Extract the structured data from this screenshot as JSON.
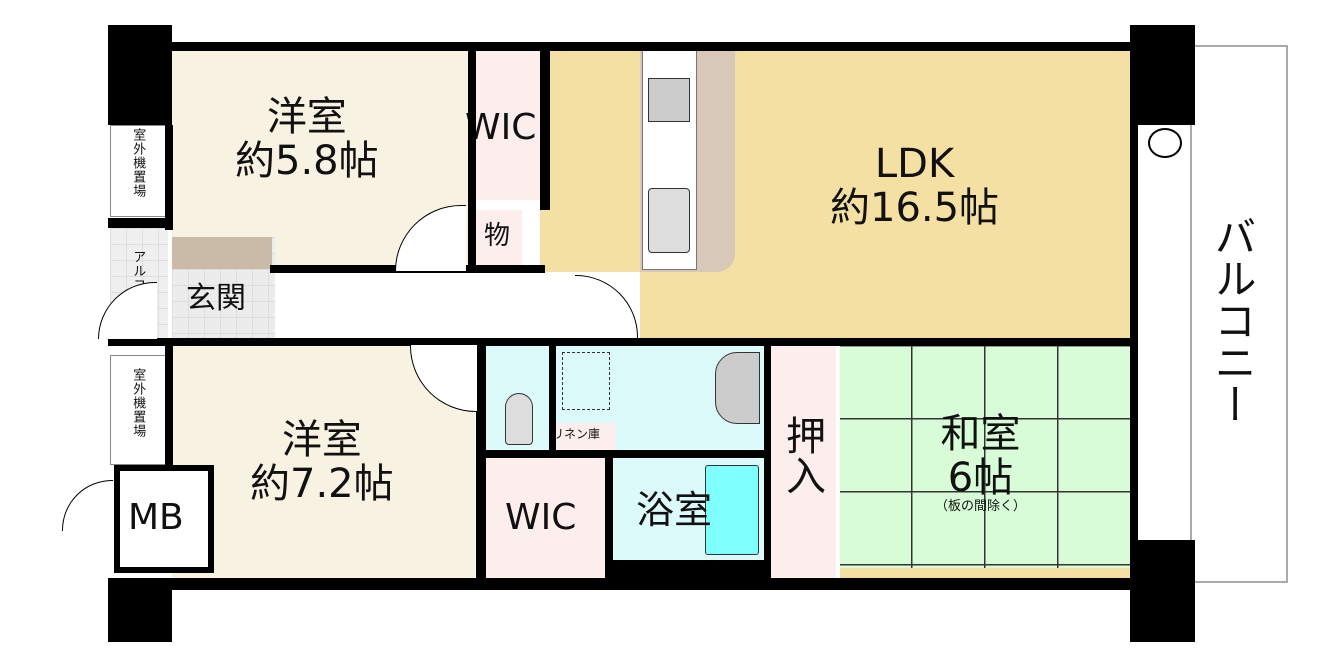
{
  "rooms": {
    "western1": {
      "name": "洋室",
      "size": "約5.8帖"
    },
    "wic_top": {
      "name": "WIC"
    },
    "storage": {
      "name": "物"
    },
    "ldk": {
      "name": "LDK",
      "size": "約16.5帖"
    },
    "entrance": {
      "name": "玄関"
    },
    "alcove": {
      "name": "アルコーブ"
    },
    "outdoor_unit_1": {
      "name": "室外機置場"
    },
    "outdoor_unit_2": {
      "name": "室外機置場"
    },
    "western2": {
      "name": "洋室",
      "size": "約7.2帖"
    },
    "mb": {
      "name": "MB"
    },
    "wic_bottom": {
      "name": "WIC"
    },
    "linen": {
      "name": "リネン庫"
    },
    "bath": {
      "name": "浴室"
    },
    "closet": {
      "name": "押入"
    },
    "japanese": {
      "name": "和室",
      "size": "6帖",
      "note": "（板の間除く）"
    },
    "balcony": {
      "name": "バルコニー"
    }
  },
  "colors": {
    "western": "#f8f2e2",
    "ldk": "#f5e0a4",
    "pink": "#fdeeee",
    "wet": "#dcfafa",
    "tatami": "#d8fcd8",
    "tub": "#80ffff"
  }
}
